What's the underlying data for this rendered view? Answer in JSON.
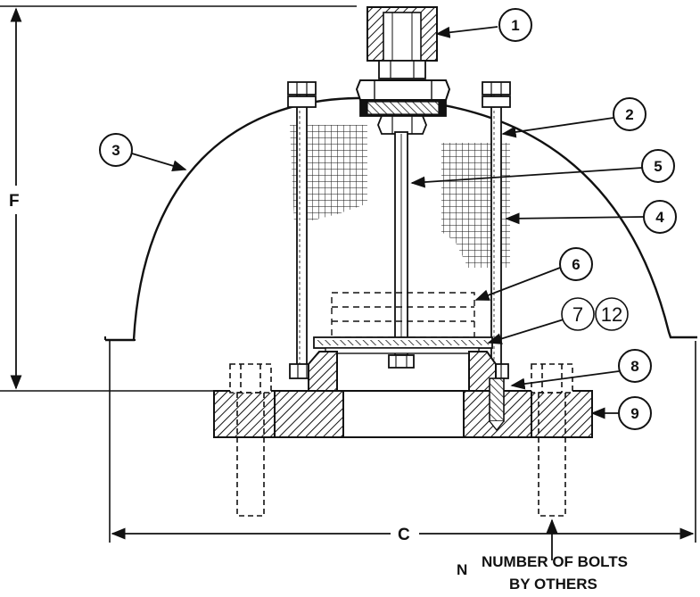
{
  "callouts": {
    "c1": "1",
    "c2": "2",
    "c3": "3",
    "c4": "4",
    "c5": "5",
    "c6": "6",
    "c7": "7",
    "c8": "8",
    "c9": "9",
    "c12": "12"
  },
  "dimensions": {
    "height": "F",
    "width": "C"
  },
  "note": {
    "prefix": "N",
    "line1": "NUMBER OF BOLTS",
    "line2": "BY OTHERS"
  }
}
